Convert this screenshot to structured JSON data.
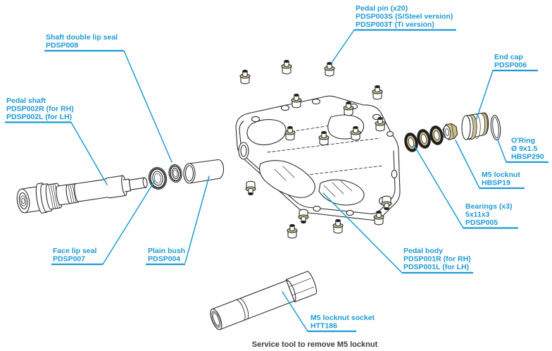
{
  "colors": {
    "label_blue": "#1f9ad5",
    "line_dark": "#2d2d2d",
    "brass": "#cbbd87",
    "bearing_dark": "#1c1c1c",
    "caption_gray": "#3d3d3d"
  },
  "caption": "Service tool to remove M5 locknut",
  "labels": {
    "pedal_pin": {
      "lines": [
        "Pedal pin (x20)",
        "PDSP003S (S/Steel version)",
        "PDSP003T (Ti version)"
      ]
    },
    "shaft_double_lip_seal": {
      "lines": [
        "Shaft double lip seal",
        "PDSP008"
      ]
    },
    "end_cap": {
      "lines": [
        "End cap",
        "PDSP006"
      ]
    },
    "pedal_shaft": {
      "lines": [
        "Pedal shaft",
        "PDSP002R (for RH)",
        "PDSP002L (for LH)"
      ]
    },
    "oring": {
      "lines": [
        "O'Ring",
        "Ø 9x1.5",
        "HBSP290"
      ]
    },
    "m5_locknut": {
      "lines": [
        "M5 locknut",
        "HBSP19"
      ]
    },
    "bearings": {
      "lines": [
        "Bearings (x3)",
        "5x11x3",
        "PDSP005"
      ]
    },
    "face_lip_seal": {
      "lines": [
        "Face lip seal",
        "PDSP007"
      ]
    },
    "plain_bush": {
      "lines": [
        "Plain bush",
        "PDSP004"
      ]
    },
    "pedal_body": {
      "lines": [
        "Pedal body",
        "PDSP001R (for RH)",
        "PDSP001L (for LH)"
      ]
    },
    "m5_locknut_socket": {
      "lines": [
        "M5 locknut socket",
        "HTT186"
      ]
    }
  }
}
